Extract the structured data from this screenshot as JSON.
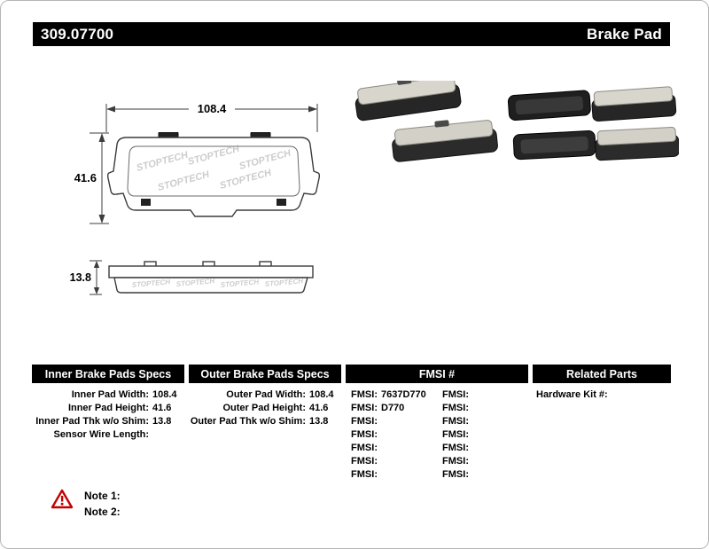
{
  "header": {
    "part_number": "309.07700",
    "title": "Brake Pad"
  },
  "drawing": {
    "front": {
      "width": "108.4",
      "height": "41.6"
    },
    "side": {
      "thickness": "13.8"
    },
    "watermark": "STOPTECH"
  },
  "specs": {
    "inner": {
      "title": "Inner Brake Pads Specs",
      "rows": [
        {
          "label": "Inner Pad Width:",
          "value": "108.4"
        },
        {
          "label": "Inner Pad Height:",
          "value": "41.6"
        },
        {
          "label": "Inner Pad Thk w/o Shim:",
          "value": "13.8"
        },
        {
          "label": "Sensor Wire Length:",
          "value": ""
        }
      ]
    },
    "outer": {
      "title": "Outer Brake Pads Specs",
      "rows": [
        {
          "label": "Outer Pad Width:",
          "value": "108.4"
        },
        {
          "label": "Outer Pad Height:",
          "value": "41.6"
        },
        {
          "label": "Outer Pad Thk w/o Shim:",
          "value": "13.8"
        }
      ]
    },
    "fmsi": {
      "title": "FMSI #",
      "left": [
        {
          "label": "FMSI:",
          "value": "7637D770"
        },
        {
          "label": "FMSI:",
          "value": "D770"
        },
        {
          "label": "FMSI:",
          "value": ""
        },
        {
          "label": "FMSI:",
          "value": ""
        },
        {
          "label": "FMSI:",
          "value": ""
        },
        {
          "label": "FMSI:",
          "value": ""
        },
        {
          "label": "FMSI:",
          "value": ""
        }
      ],
      "right": [
        {
          "label": "FMSI:",
          "value": ""
        },
        {
          "label": "FMSI:",
          "value": ""
        },
        {
          "label": "FMSI:",
          "value": ""
        },
        {
          "label": "FMSI:",
          "value": ""
        },
        {
          "label": "FMSI:",
          "value": ""
        },
        {
          "label": "FMSI:",
          "value": ""
        },
        {
          "label": "FMSI:",
          "value": ""
        }
      ]
    },
    "related": {
      "title": "Related Parts",
      "rows": [
        {
          "label": "Hardware Kit #:",
          "value": ""
        }
      ]
    }
  },
  "notes": {
    "note1": "Note 1:",
    "note2": "Note 2:"
  }
}
